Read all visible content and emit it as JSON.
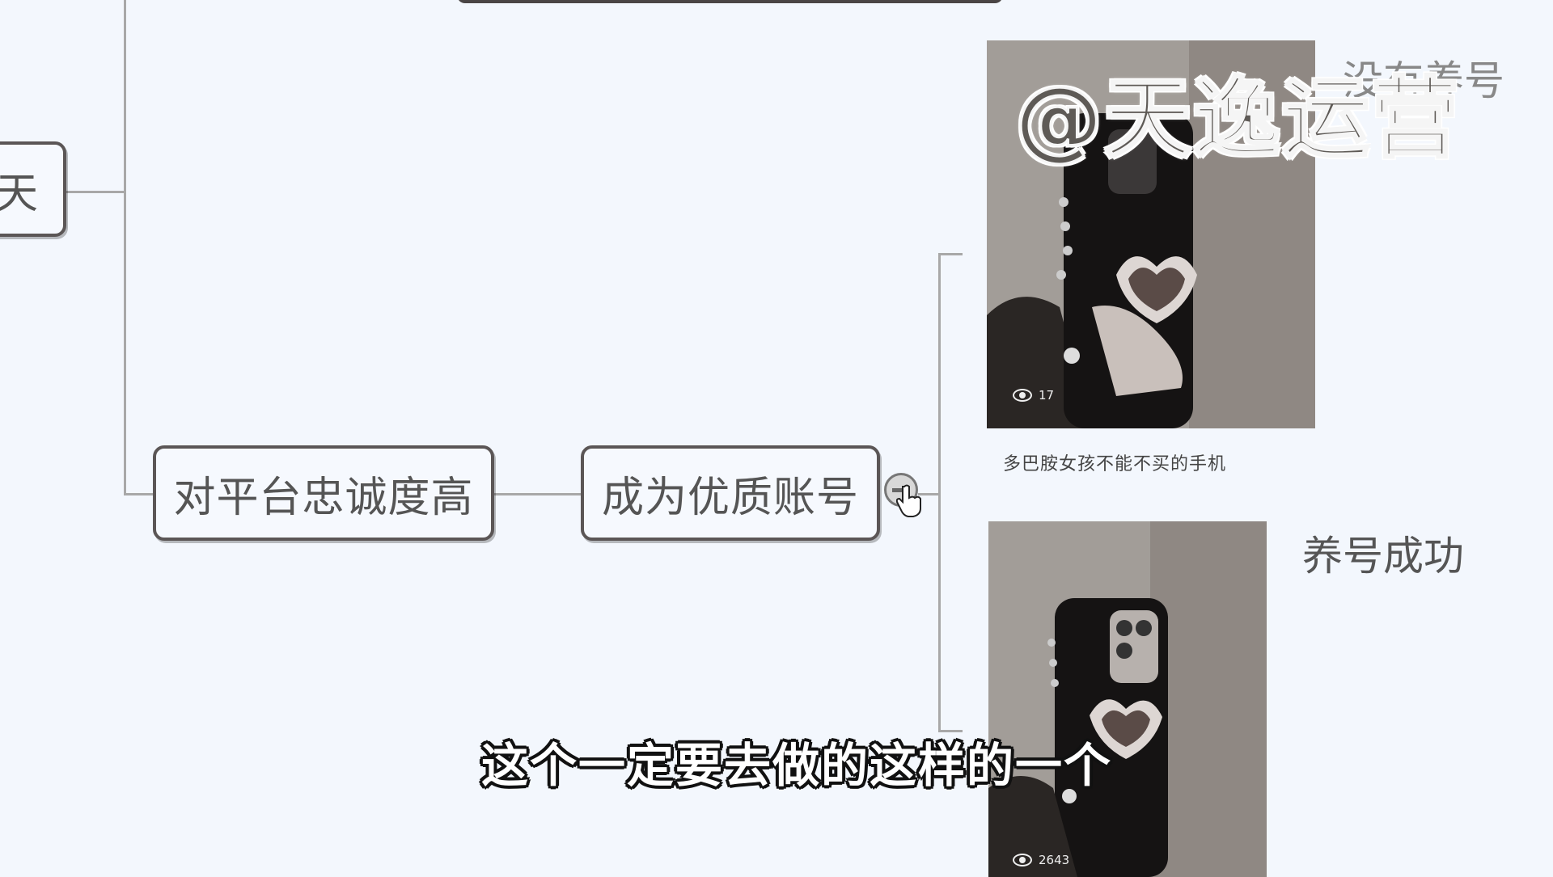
{
  "mindmap": {
    "partial_node": "天",
    "node_loyalty": "对平台忠诚度高",
    "node_quality": "成为优质账号",
    "label_success": "养号成功",
    "label_no_nurture": "没有养号"
  },
  "thumbnails": [
    {
      "views": "17",
      "caption": "多巴胺女孩不能不买的手机"
    },
    {
      "views": "2643"
    }
  ],
  "overlay": {
    "watermark": "@天逸运营",
    "subtitle": "这个一定要去做的这样的一个"
  },
  "icons": {
    "collapse": "minus-circle-icon",
    "cursor": "hand-pointer-icon",
    "views": "eye-icon"
  },
  "colors": {
    "background": "#f3f7fd",
    "node_border": "#5b5656",
    "connector": "#a8a8a8"
  }
}
